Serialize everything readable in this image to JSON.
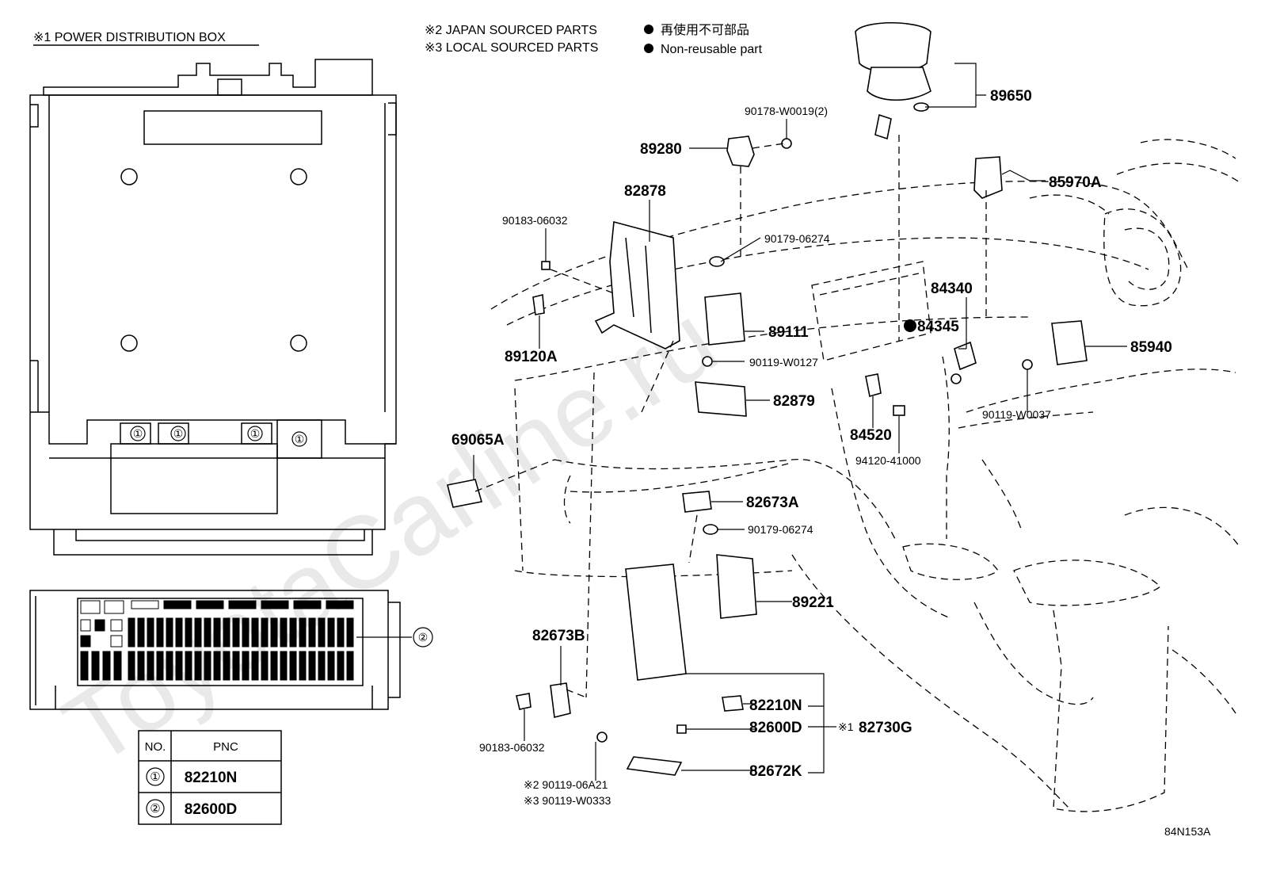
{
  "title": "※1  POWER DISTRIBUTION BOX",
  "legend": {
    "japan_sourced": "※2 JAPAN SOURCED PARTS",
    "local_sourced": "※3 LOCAL SOURCED PARTS",
    "non_reusable_jp": "再使用不可部品",
    "non_reusable_en": "Non-reusable part"
  },
  "watermark": "ToyotaCarline.ru",
  "figure_code": "84N153A",
  "box_callouts": [
    "①",
    "①",
    "①",
    "①",
    "②"
  ],
  "table": {
    "headers": [
      "NO.",
      "PNC"
    ],
    "rows": [
      {
        "no": "①",
        "pnc": "82210N"
      },
      {
        "no": "②",
        "pnc": "82600D"
      }
    ]
  },
  "parts": {
    "p89650": "89650",
    "p90178": "90178-W0019(2)",
    "p89280": "89280",
    "p85970a": "85970A",
    "p82878": "82878",
    "p90183a": "90183-06032",
    "p90179a": "90179-06274",
    "p84340": "84340",
    "p84345": "84345",
    "p85940": "85940",
    "p89111": "89111",
    "p89120a": "89120A",
    "p90119w0127": "90119-W0127",
    "p82879": "82879",
    "p84520": "84520",
    "p94120": "94120-41000",
    "p90119w0037": "90119-W0037",
    "p69065a": "69065A",
    "p82673a": "82673A",
    "p90179b": "90179-06274",
    "p89221": "89221",
    "p82673b": "82673B",
    "p82210n": "82210N",
    "p82600d": "82600D",
    "p82672k": "82672K",
    "p82730g": "82730G",
    "p82730g_prefix": "※1",
    "p90183b": "90183-06032",
    "p90119_06a21": "※2 90119-06A21",
    "p90119_w0333": "※3 90119-W0333"
  }
}
